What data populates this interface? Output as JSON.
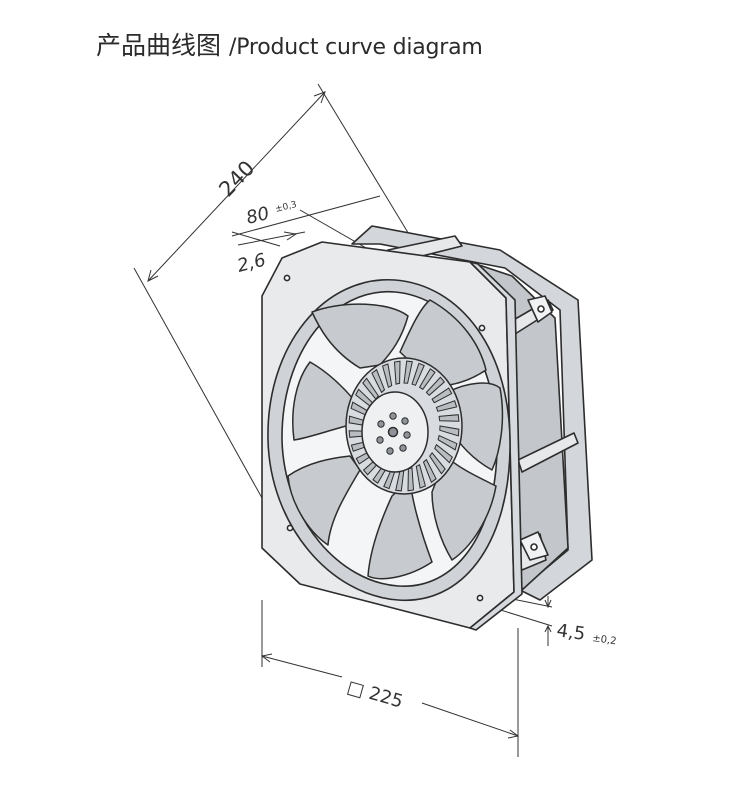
{
  "header": {
    "title_cn": "产品曲线图",
    "title_en": "/Product curve diagram"
  },
  "dimensions": {
    "diagonal": "240",
    "depth": "80",
    "depth_tol": "±0,3",
    "flange": "2,6",
    "square": "□ 225",
    "hole": "4,5",
    "hole_tol": "±0,2"
  },
  "colors": {
    "metal_light": "#e8eaec",
    "metal_mid": "#d3d6da",
    "metal_dark": "#b9bdc2",
    "blade": "#c7cace",
    "outline": "#2d2d2d",
    "dim_line": "#333333"
  },
  "blade_count": 7,
  "rotor_fin_count": 28
}
